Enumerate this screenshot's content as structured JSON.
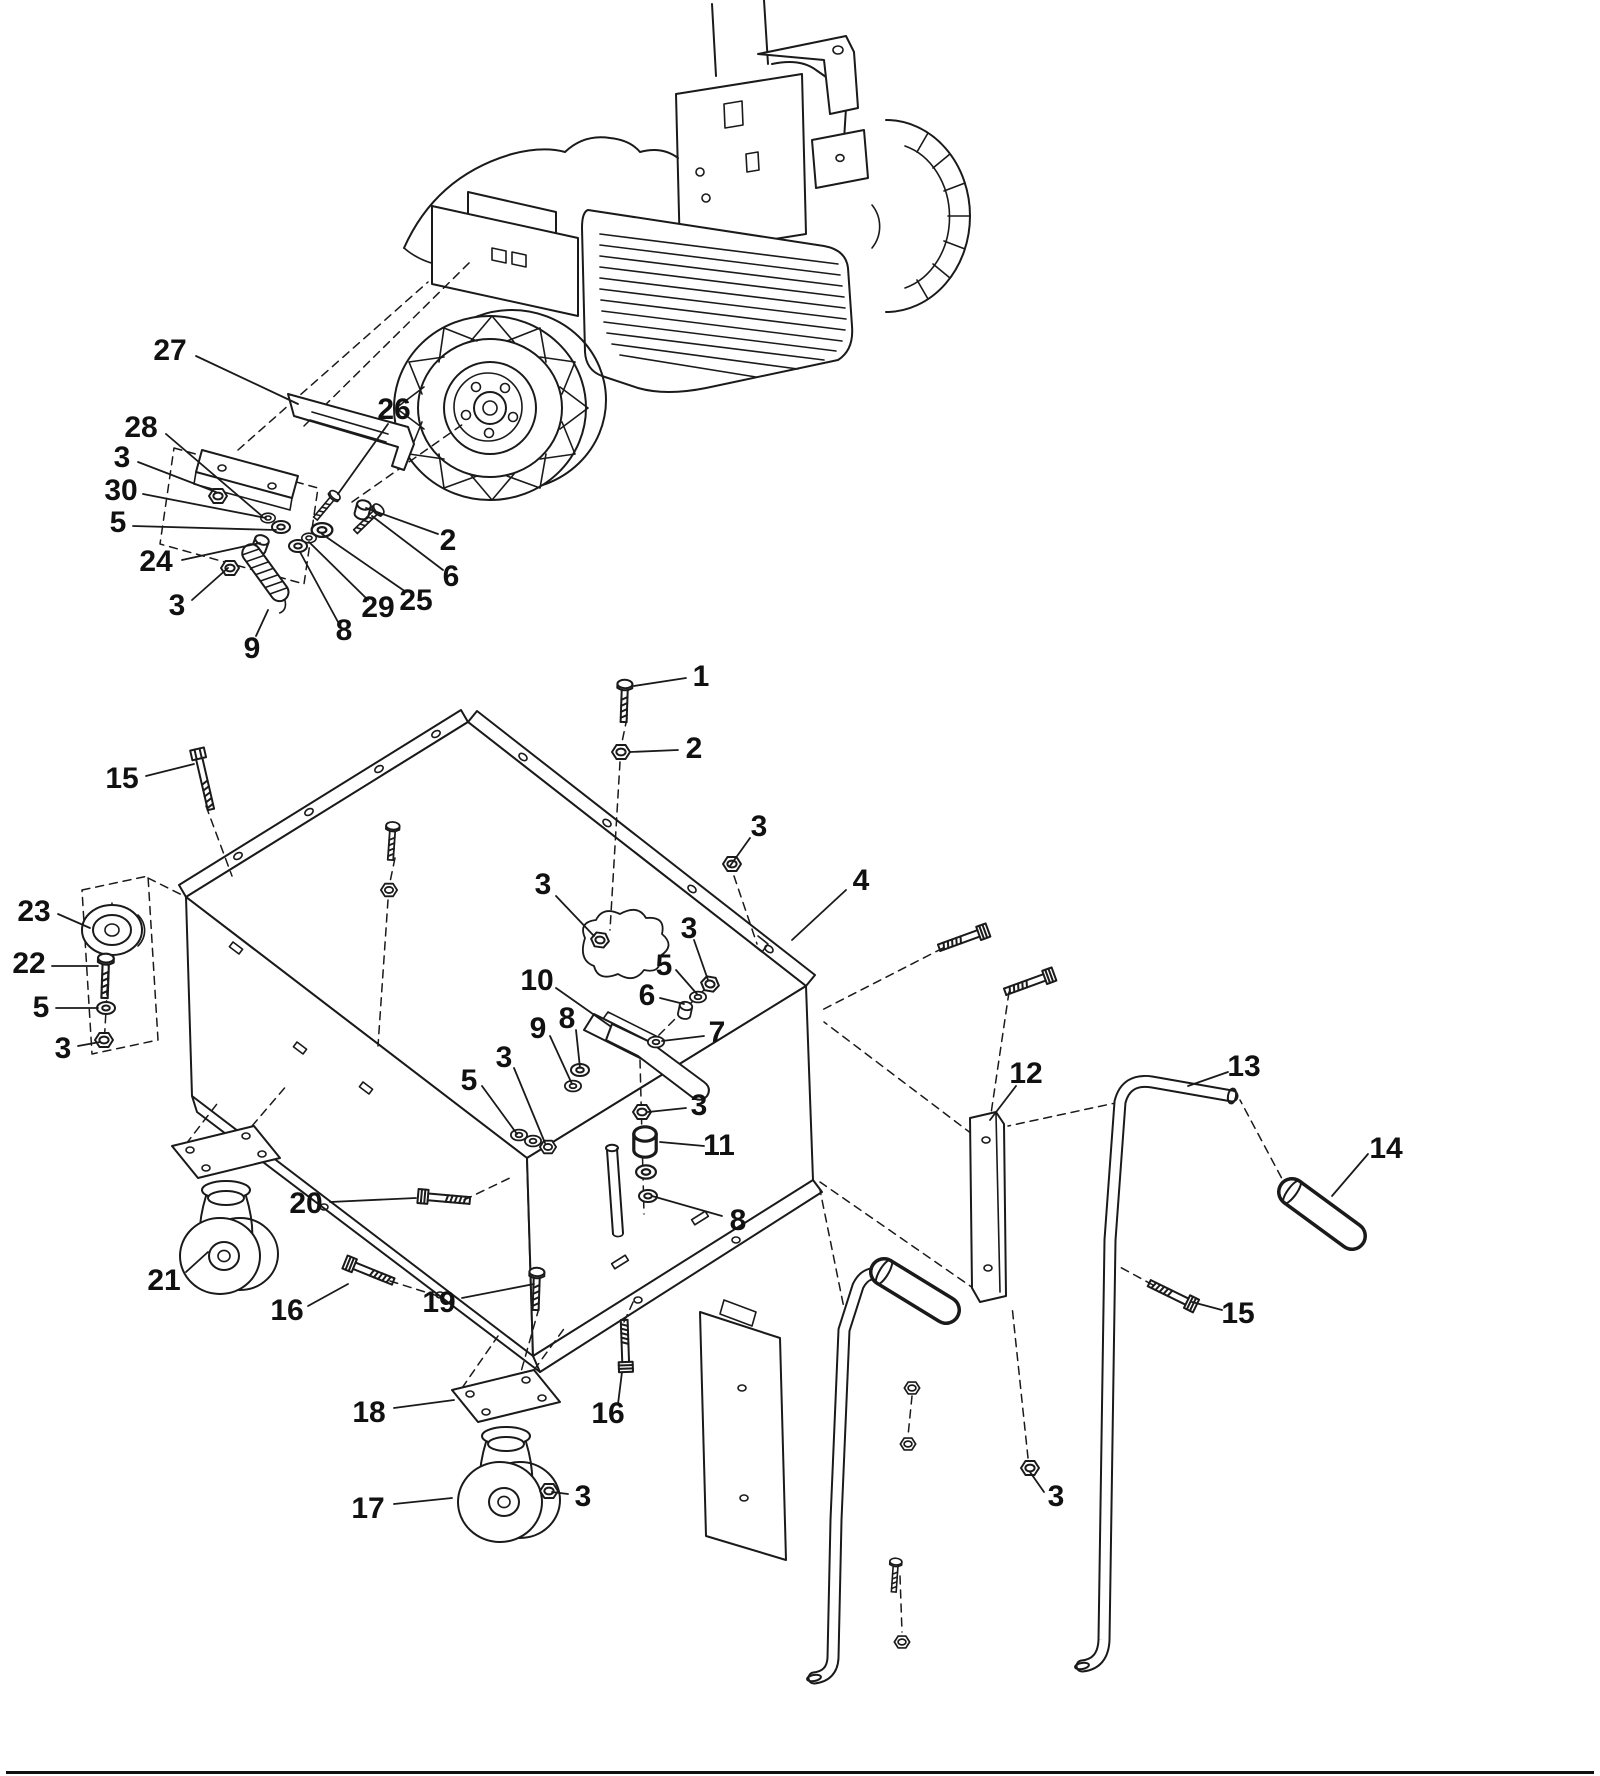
{
  "figure": {
    "kind": "exploded-parts-diagram",
    "background": "#ffffff",
    "line_color": "#1a1a1a"
  },
  "callouts": [
    {
      "label": "27"
    },
    {
      "label": "26"
    },
    {
      "label": "28"
    },
    {
      "label": "3"
    },
    {
      "label": "30"
    },
    {
      "label": "5"
    },
    {
      "label": "24"
    },
    {
      "label": "3"
    },
    {
      "label": "9"
    },
    {
      "label": "8"
    },
    {
      "label": "29"
    },
    {
      "label": "25"
    },
    {
      "label": "6"
    },
    {
      "label": "2"
    },
    {
      "label": "1"
    },
    {
      "label": "2"
    },
    {
      "label": "15"
    },
    {
      "label": "3"
    },
    {
      "label": "4"
    },
    {
      "label": "3"
    },
    {
      "label": "23"
    },
    {
      "label": "22"
    },
    {
      "label": "5"
    },
    {
      "label": "3"
    },
    {
      "label": "3"
    },
    {
      "label": "5"
    },
    {
      "label": "6"
    },
    {
      "label": "10"
    },
    {
      "label": "9"
    },
    {
      "label": "8"
    },
    {
      "label": "7"
    },
    {
      "label": "3"
    },
    {
      "label": "5"
    },
    {
      "label": "3"
    },
    {
      "label": "11"
    },
    {
      "label": "12"
    },
    {
      "label": "13"
    },
    {
      "label": "14"
    },
    {
      "label": "20"
    },
    {
      "label": "8"
    },
    {
      "label": "21"
    },
    {
      "label": "16"
    },
    {
      "label": "19"
    },
    {
      "label": "15"
    },
    {
      "label": "18"
    },
    {
      "label": "16"
    },
    {
      "label": "17"
    },
    {
      "label": "3"
    },
    {
      "label": "3"
    }
  ]
}
